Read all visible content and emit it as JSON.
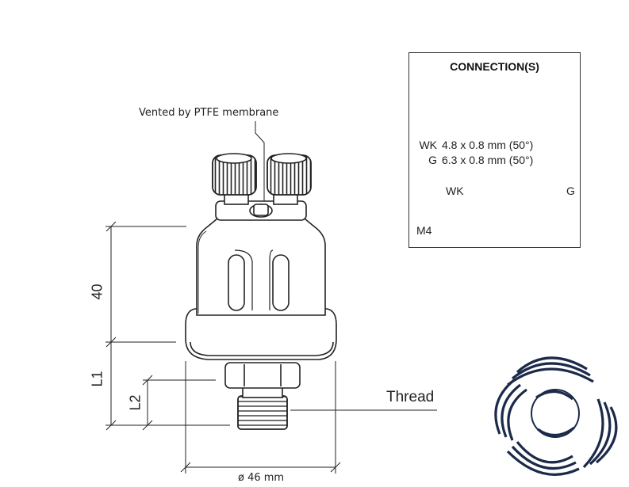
{
  "labels": {
    "vent": "Vented by PTFE membrane",
    "thread": "Thread",
    "diameter": "ø 46 mm",
    "dim_40": "40",
    "dim_l1": "L1",
    "dim_l2": "L2"
  },
  "connection_box": {
    "title": "CONNECTION(S)",
    "rows": [
      {
        "code": "WK",
        "spec": "4.8 x 0.8 mm (50°)"
      },
      {
        "code": "G",
        "spec": "6.3 x 0.8 mm (50°)"
      }
    ],
    "diagram_labels": {
      "left": "WK",
      "right": "G"
    },
    "thread_code": "M4"
  },
  "colors": {
    "line": "#222222",
    "body_fill": "#ffffff",
    "logo": "#1c2a4a"
  },
  "icons": {
    "logo": "swirl-logo-icon"
  }
}
